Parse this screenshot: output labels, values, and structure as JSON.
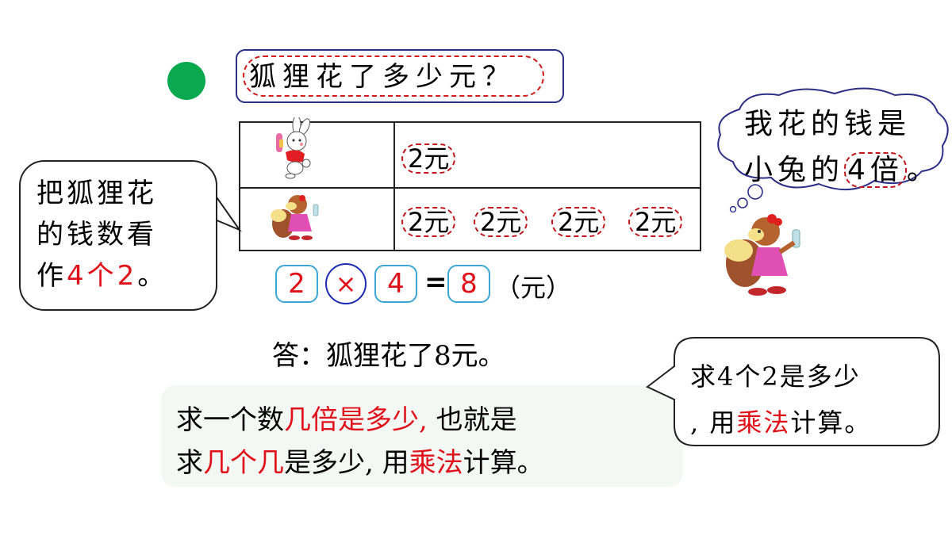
{
  "title": {
    "question": "狐狸花了多少元？",
    "bullet_color": "#0aa84f"
  },
  "table": {
    "rows": [
      {
        "character": "rabbit",
        "amounts": [
          "2元"
        ]
      },
      {
        "character": "fox",
        "amounts": [
          "2元",
          "2元",
          "2元",
          "2元"
        ]
      }
    ]
  },
  "left_bubble": {
    "line1": "把狐狸花",
    "line2": "的钱数看",
    "line3_prefix": "作",
    "line3_highlight": "4个2",
    "line3_suffix": "。"
  },
  "thought_bubble": {
    "line1": "我花的钱是",
    "line2_prefix": "小兔的",
    "line2_highlight": "4倍",
    "line2_suffix": "。"
  },
  "equation": {
    "a": "2",
    "op": "×",
    "b": "4",
    "eq": "=",
    "result": "8",
    "unit": "（元）"
  },
  "answer": "答：狐狸花了8元。",
  "summary": {
    "l1_a": "求一个数",
    "l1_b": "几倍是多少,",
    "l1_c": " 也就是",
    "l2_a": "求",
    "l2_b": "几个几",
    "l2_c": "是多少, 用",
    "l2_d": "乘法",
    "l2_e": "计算。"
  },
  "right_bubble": {
    "line1": "求4个2是多少",
    "line2_a": ", 用",
    "line2_b": "乘法",
    "line2_c": "计算。"
  },
  "colors": {
    "highlight_red": "#e0101a",
    "dashed_red": "#c0161b",
    "navy": "#2b2f86",
    "eq_box_blue": "#3aa6d6",
    "summary_bg": "#f3f8f4"
  }
}
